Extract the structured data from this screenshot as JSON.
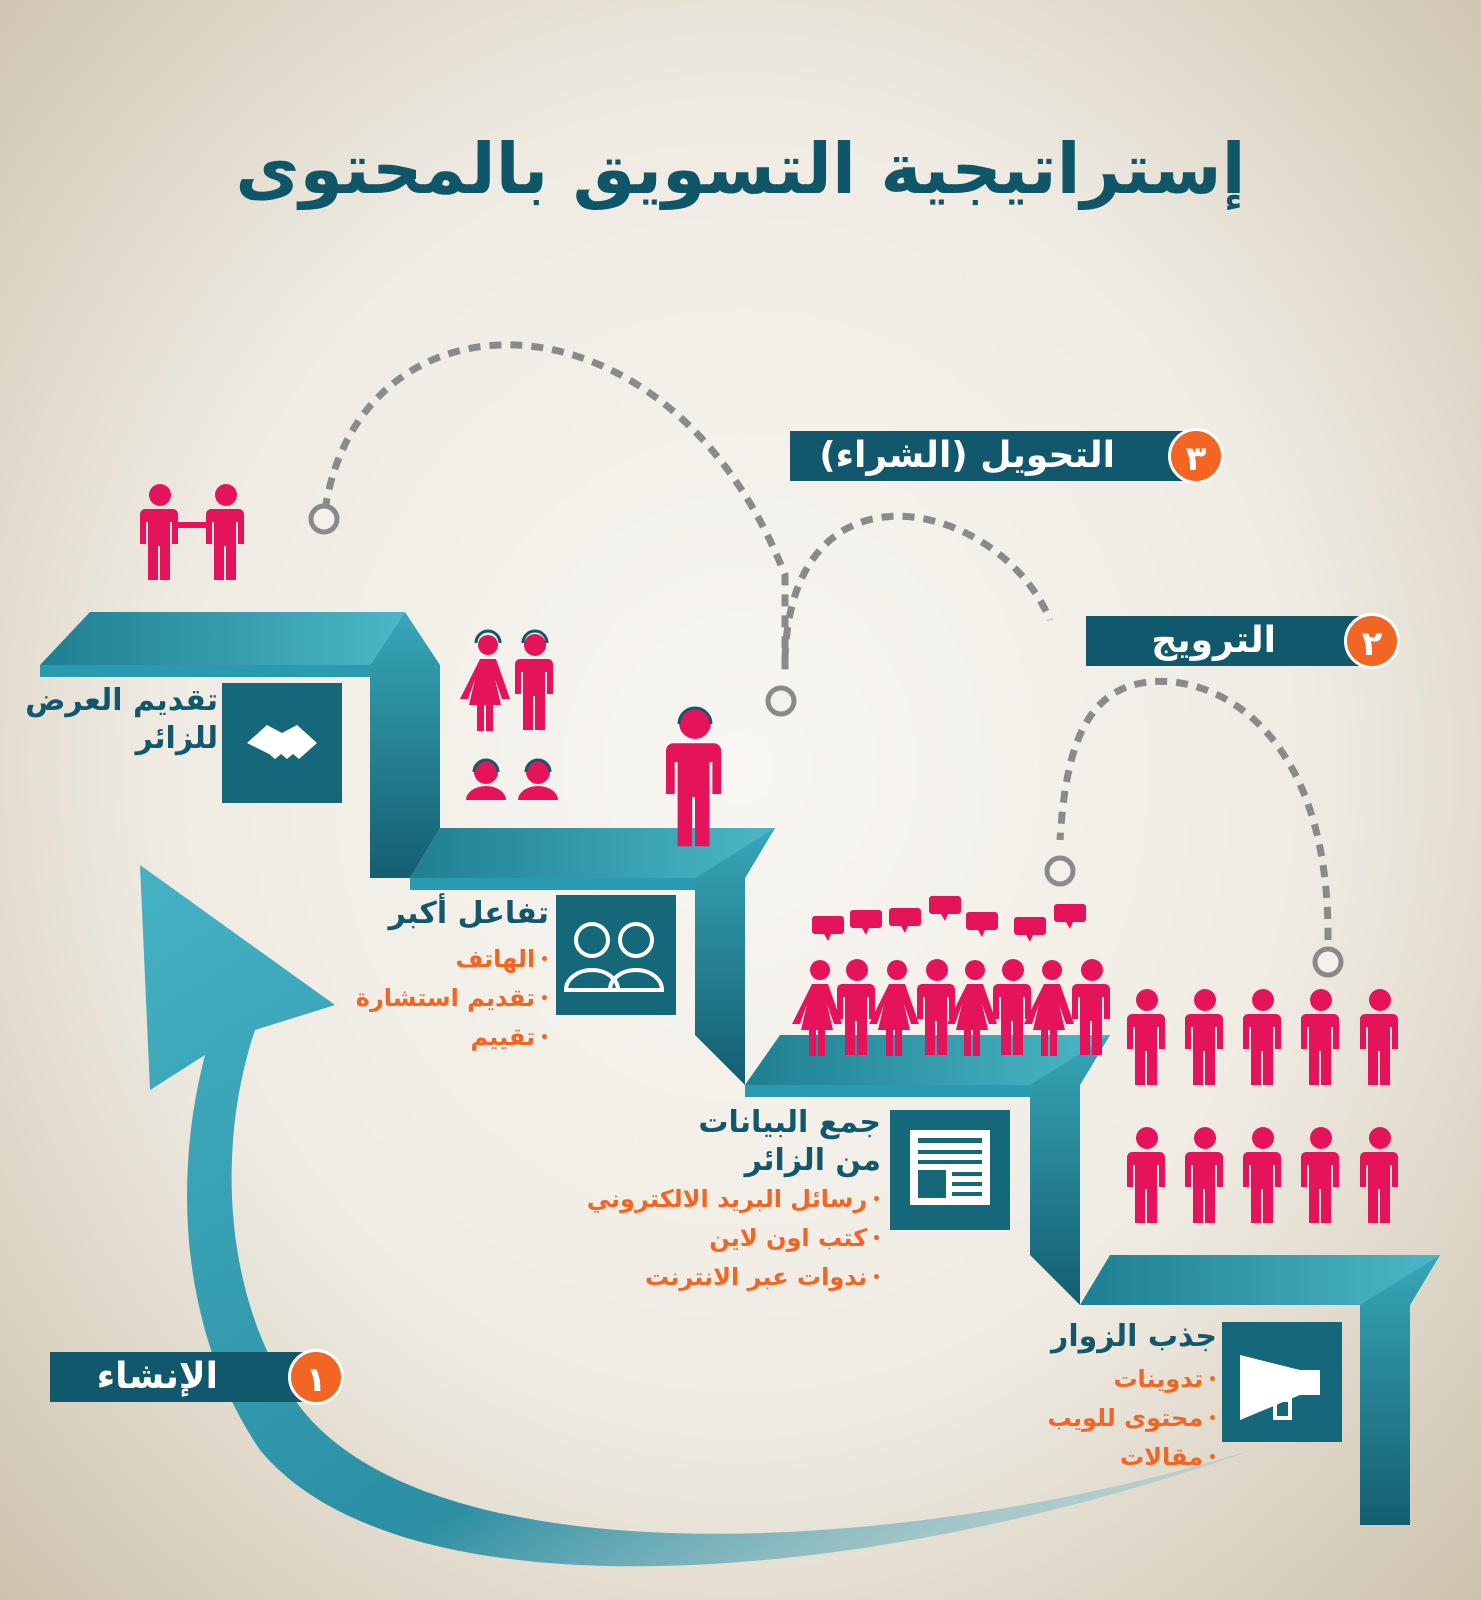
{
  "title": "إستراتيجية التسويق بالمحتوى",
  "phases": [
    {
      "number": "١",
      "label": "الإنشاء"
    },
    {
      "number": "٢",
      "label": "الترويج"
    },
    {
      "number": "٣",
      "label": "التحويل (الشراء)"
    }
  ],
  "steps": [
    {
      "title": "جذب الزوار",
      "icon": "megaphone-icon",
      "bullets": [
        "تدوينات",
        "محتوى للويب",
        "مقالات"
      ]
    },
    {
      "title_line1": "جمع البيانات",
      "title_line2": "من الزائر",
      "icon": "newspaper-icon",
      "bullets": [
        "رسائل البريد الالكتروني",
        "كتب اون لاين",
        "ندوات عبر الانترنت"
      ]
    },
    {
      "title": "تفاعل أكبر",
      "icon": "customers-icon",
      "bullets": [
        "الهاتف",
        "تقديم استشارة",
        "تقييم"
      ]
    },
    {
      "title_line1": "تقديم العرض",
      "title_line2": "للزائر",
      "icon": "handshake-icon",
      "bullets": []
    }
  ],
  "colors": {
    "teal": "#2a9bae",
    "dark_teal": "#12586c",
    "pink": "#e5145a",
    "orange": "#f26522",
    "gray_dots": "#8a8a8a"
  }
}
